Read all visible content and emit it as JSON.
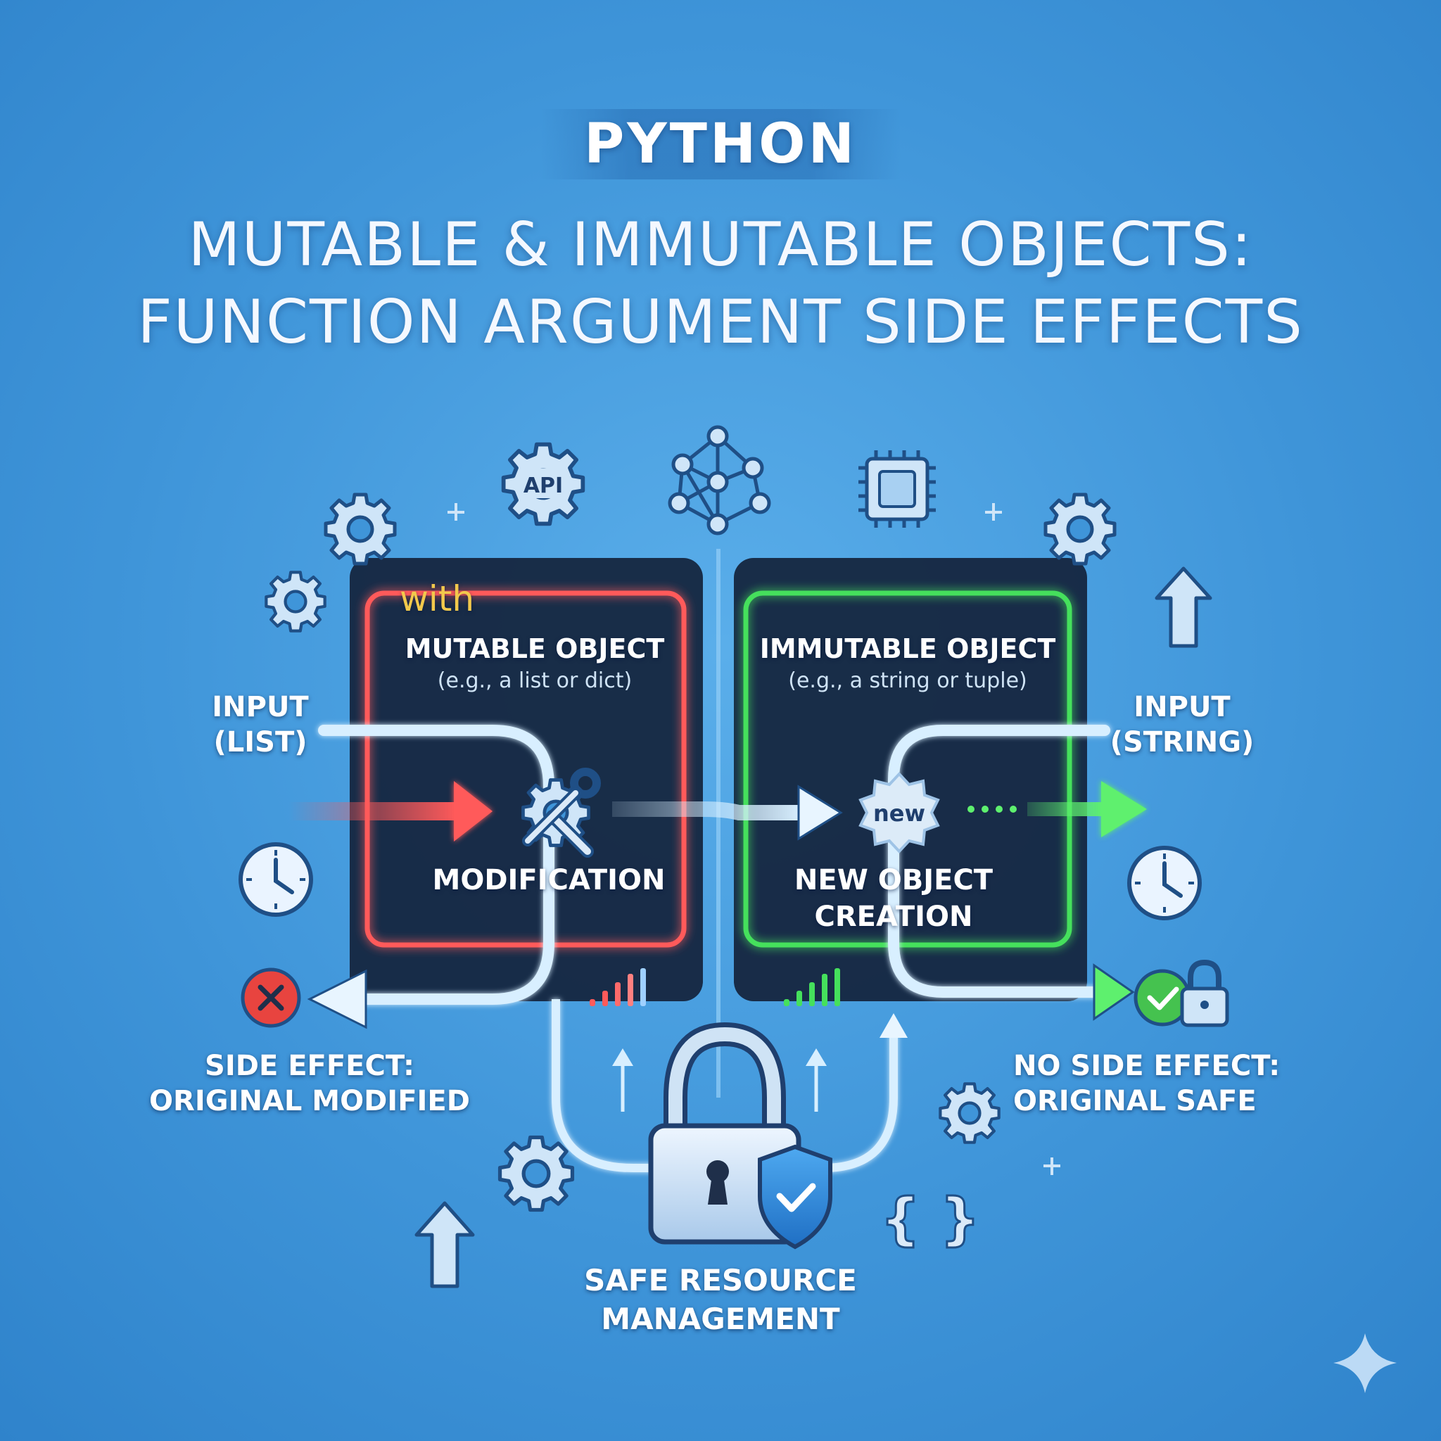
{
  "header": {
    "brand": "PYTHON",
    "title_line1": "MUTABLE & IMMUTABLE OBJECTS:",
    "title_line2": "FUNCTION ARGUMENT SIDE EFFECTS"
  },
  "mutable_panel": {
    "tag": "with",
    "title": "MUTABLE OBJECT",
    "subtitle": "(e.g., a list or dict)",
    "action": "MODIFICATION",
    "input_line1": "INPUT",
    "input_line2": "(LIST)",
    "result_line1": "SIDE EFFECT:",
    "result_line2": "ORIGINAL MODIFIED",
    "accent": "#ff4d4d"
  },
  "immutable_panel": {
    "title": "IMMUTABLE OBJECT",
    "subtitle": "(e.g., a string or tuple)",
    "badge": "new",
    "action_line1": "NEW OBJECT",
    "action_line2": "CREATION",
    "input_line1": "INPUT",
    "input_line2": "(STRING)",
    "result_line1": "NO SIDE EFFECT:",
    "result_line2": "ORIGINAL SAFE",
    "accent": "#45e05c"
  },
  "footer": {
    "line1": "SAFE RESOURCE",
    "line2": "MANAGEMENT"
  },
  "icons": {
    "api": "API",
    "braces": "{ }"
  },
  "colors": {
    "background": "#3f95d9",
    "panel": "#15263f",
    "flow": "#bfe3ff",
    "mutable": "#ff4d4d",
    "immutable": "#45e05c"
  }
}
